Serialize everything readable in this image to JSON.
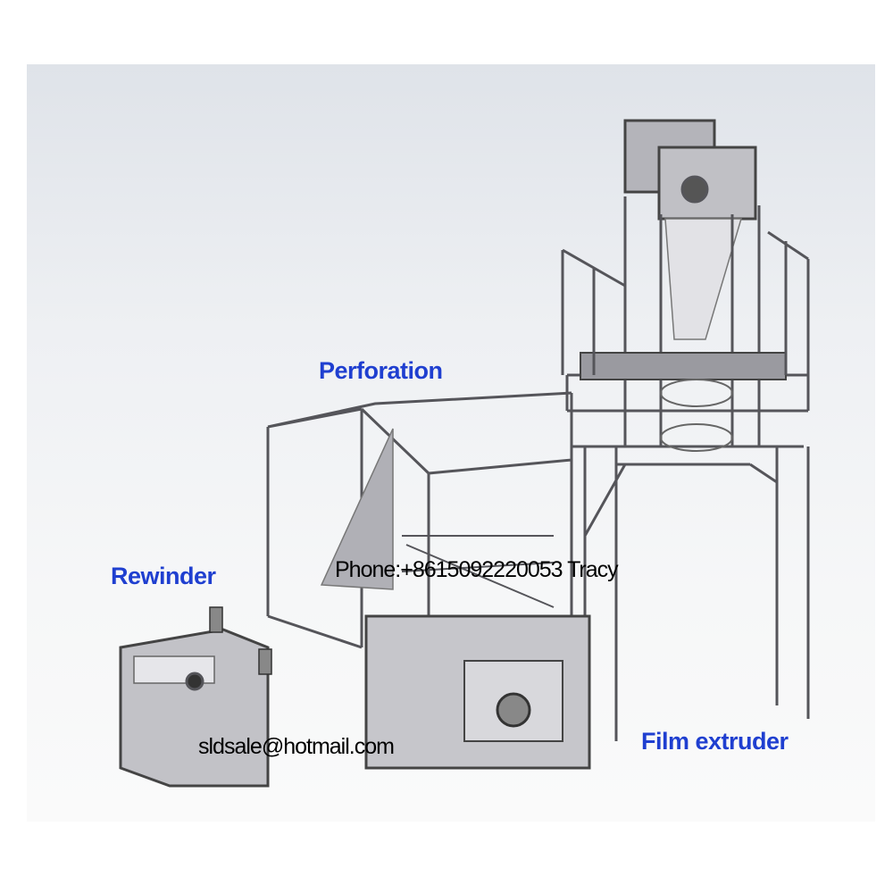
{
  "labels": {
    "perforation": "Perforation",
    "rewinder": "Rewinder",
    "film_extruder": "Film extruder"
  },
  "watermarks": {
    "phone": "Phone:+8615092220053 Tracy",
    "email": "sldsale@hotmail.com"
  },
  "colors": {
    "label": "#1f3fd0",
    "frame": "#5a5a5f",
    "panel": "#b8b8bd"
  }
}
